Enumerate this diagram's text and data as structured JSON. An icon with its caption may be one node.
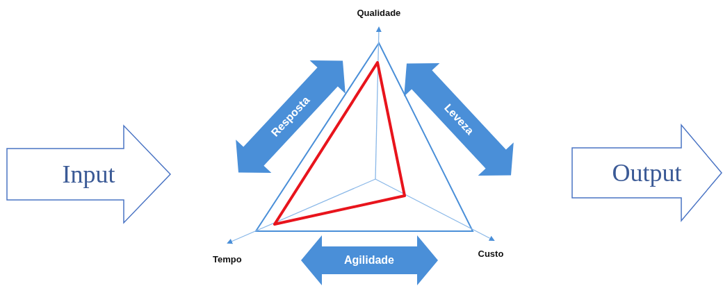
{
  "diagram": {
    "nodes": [
      {
        "text": [
          "Input"
        ]
      },
      {
        "text": [
          "Resposta"
        ]
      },
      {
        "text": [
          "Leveza"
        ]
      },
      {
        "text": [
          "Agilidade"
        ]
      },
      {
        "text": [
          "Output"
        ]
      }
    ],
    "labels": [
      "Qualidade",
      "Tempo",
      "Custo"
    ]
  }
}
